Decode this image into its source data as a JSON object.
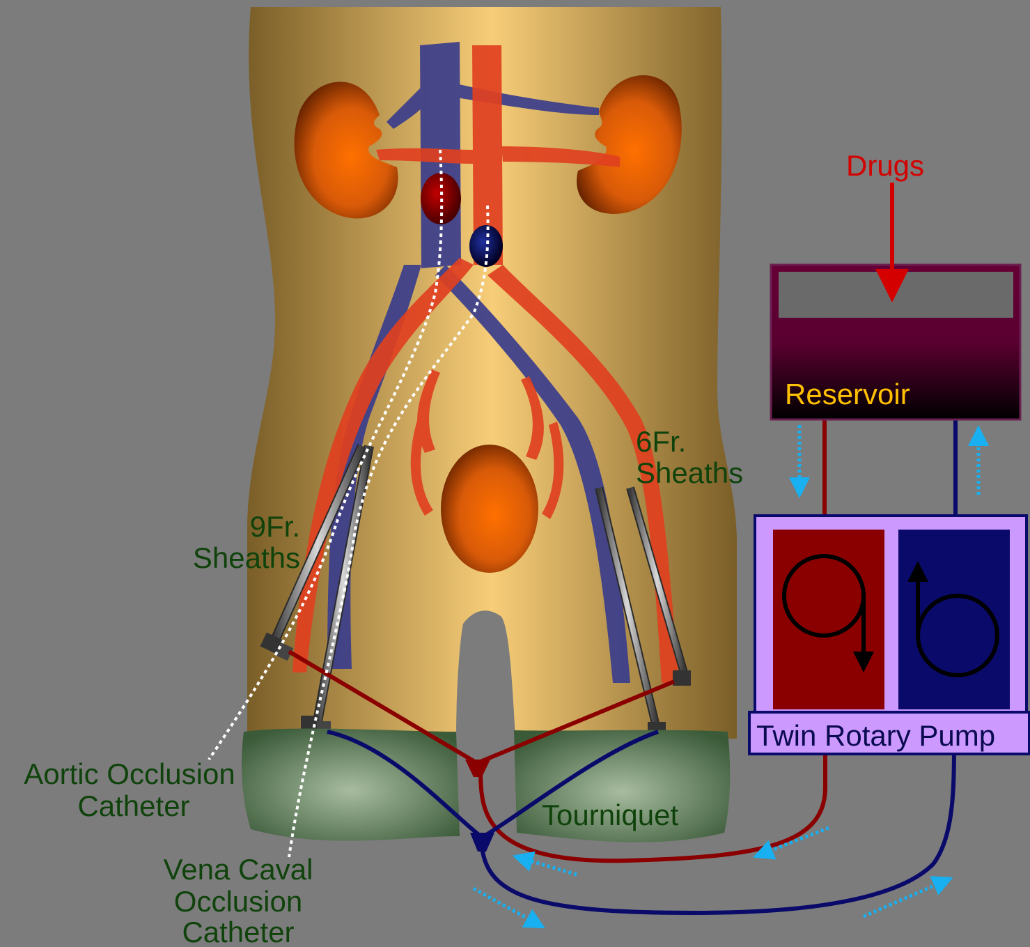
{
  "labels": {
    "drugs": "Drugs",
    "reservoir": "Reservoir",
    "pump": "Twin Rotary Pump",
    "sheath6_line1": "6Fr.",
    "sheath6_line2": "Sheaths",
    "sheath9_line1": "9Fr.",
    "sheath9_line2": "Sheaths",
    "aortic_line1": "Aortic Occlusion",
    "aortic_line2": "Catheter",
    "tourniquet": "Tourniquet",
    "vena_line1": "Vena Caval",
    "vena_line2": "Occlusion",
    "vena_line3": "Catheter"
  },
  "colors": {
    "background": "#7c7c7c",
    "body": "#c8a456",
    "artery": "#e04020",
    "vein": "#3a3d8c",
    "arterial_line": "#8a0000",
    "venous_line": "#0a0a6a",
    "pump_frame": "#cc99ff",
    "reservoir_fluid": "#5a0030",
    "flow_arrow": "#18b0f0",
    "drugs_arrow": "#d40000"
  }
}
